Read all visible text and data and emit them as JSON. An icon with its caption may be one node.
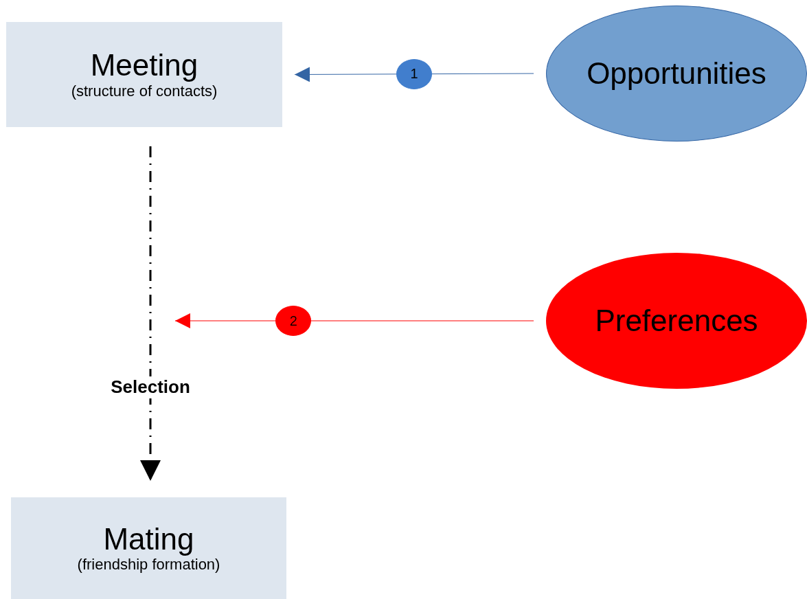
{
  "diagram": {
    "nodes": [
      {
        "text": [
          "Meeting",
          "(structure of contacts)"
        ]
      },
      {
        "text": [
          "Opportunities"
        ]
      },
      {
        "text": [
          "Preferences"
        ]
      },
      {
        "text": [
          "Mating",
          "(friendship formation)"
        ]
      }
    ],
    "edges": [
      {
        "from": 1,
        "to": 0,
        "arrow": "to",
        "label": "1",
        "color": "#3465a4"
      },
      {
        "from": 2,
        "to": null,
        "arrow": "to",
        "label": "2",
        "color": "#ff0000"
      },
      {
        "from": 0,
        "to": 3,
        "arrow": "to",
        "label": "Selection",
        "style": "dashed",
        "color": "#000000"
      }
    ]
  }
}
